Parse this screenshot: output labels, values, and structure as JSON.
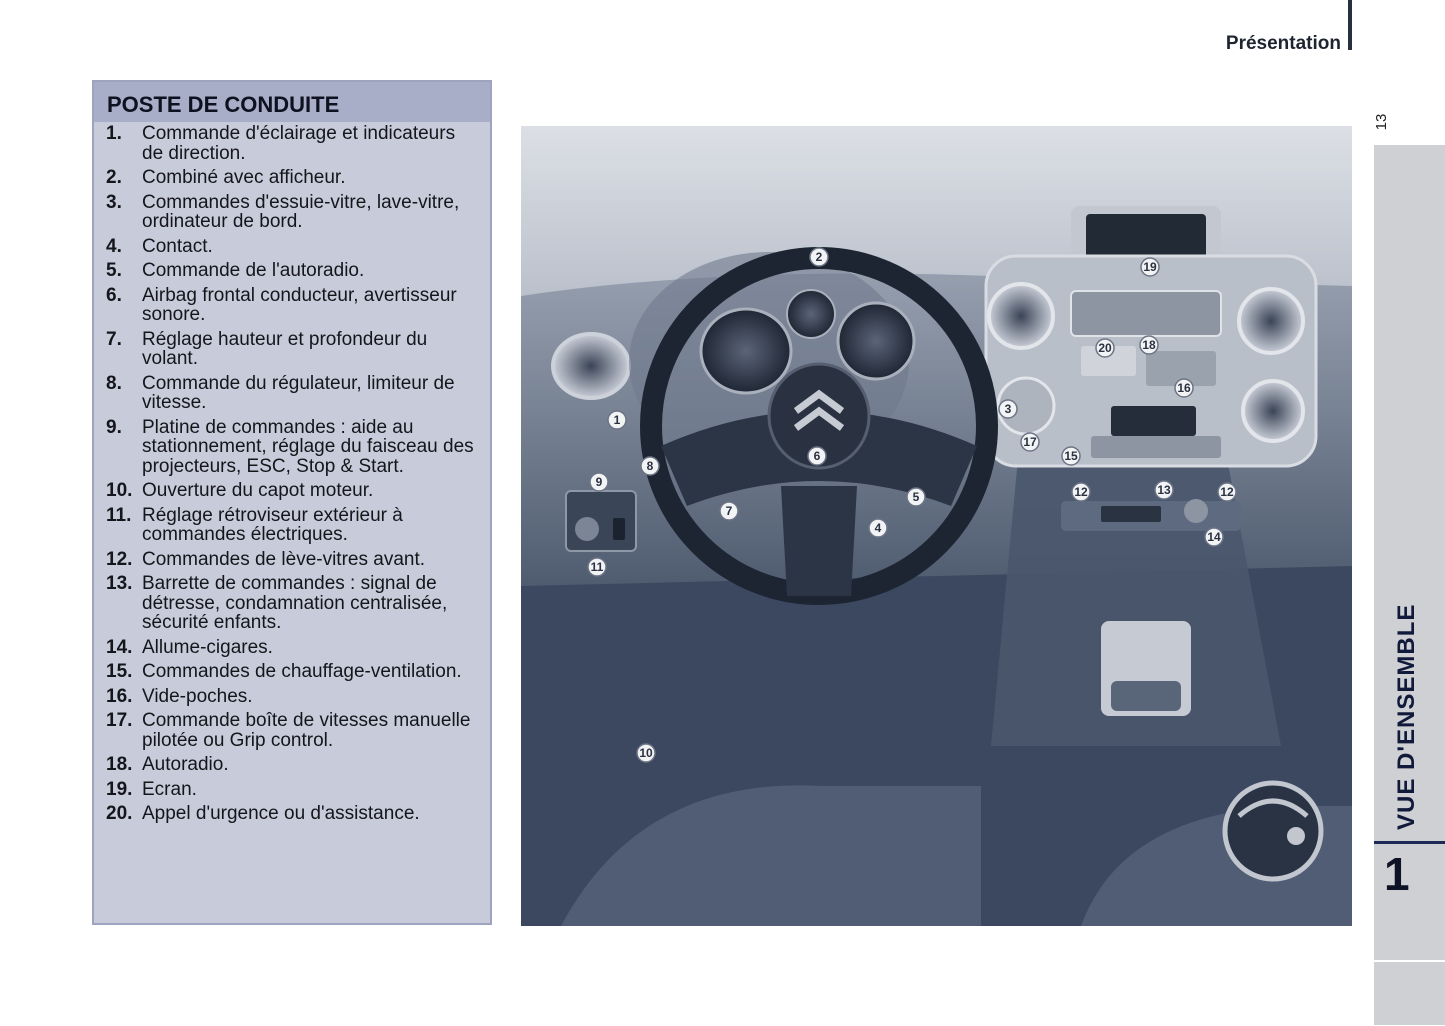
{
  "header": {
    "title": "Présentation",
    "page_number": "13"
  },
  "side_tab": {
    "label": "VUE D'ENSEMBLE",
    "chapter": "1"
  },
  "panel": {
    "title": "POSTE DE CONDUITE",
    "items": [
      {
        "num": "1.",
        "text": "Commande d'éclairage et indicateurs de direction."
      },
      {
        "num": "2.",
        "text": "Combiné avec afficheur."
      },
      {
        "num": "3.",
        "text": "Commandes d'essuie-vitre, lave-vitre, ordinateur de bord."
      },
      {
        "num": "4.",
        "text": "Contact."
      },
      {
        "num": "5.",
        "text": "Commande de l'autoradio."
      },
      {
        "num": "6.",
        "text": "Airbag frontal conducteur, avertisseur sonore."
      },
      {
        "num": "7.",
        "text": "Réglage hauteur et profondeur du volant."
      },
      {
        "num": "8.",
        "text": "Commande du régulateur, limiteur de vitesse."
      },
      {
        "num": "9.",
        "text": "Platine de commandes : aide au stationnement, réglage du faisceau des projecteurs, ESC, Stop & Start."
      },
      {
        "num": "10.",
        "text": "Ouverture du capot moteur."
      },
      {
        "num": "11.",
        "text": "Réglage rétroviseur extérieur à commandes électriques."
      },
      {
        "num": "12.",
        "text": "Commandes de lève-vitres avant."
      },
      {
        "num": "13.",
        "text": "Barrette de commandes : signal de détresse, condamnation centralisée, sécurité enfants."
      },
      {
        "num": "14.",
        "text": "Allume-cigares."
      },
      {
        "num": "15.",
        "text": "Commandes de chauffage-ventilation."
      },
      {
        "num": "16.",
        "text": "Vide-poches."
      },
      {
        "num": "17.",
        "text": "Commande boîte de vitesses manuelle pilotée ou Grip control."
      },
      {
        "num": "18.",
        "text": "Autoradio."
      },
      {
        "num": "19.",
        "text": "Ecran."
      },
      {
        "num": "20.",
        "text": "Appel d'urgence ou d'assistance."
      }
    ]
  },
  "callouts": [
    "1",
    "2",
    "3",
    "4",
    "5",
    "6",
    "7",
    "8",
    "9",
    "10",
    "11",
    "12",
    "12",
    "13",
    "14",
    "15",
    "16",
    "17",
    "18",
    "19",
    "20"
  ]
}
